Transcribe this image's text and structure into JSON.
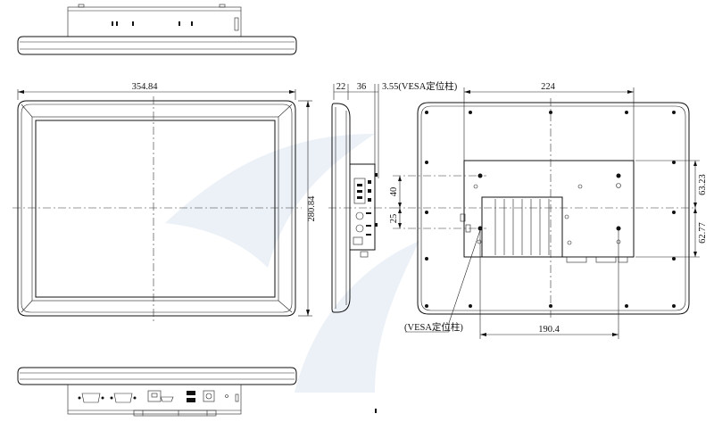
{
  "drawing": {
    "front": {
      "width_dim": "354.84",
      "height_dim": "280.84"
    },
    "side": {
      "dim_a": "22",
      "dim_b": "36",
      "vesa_note": "3.55(VESA定位柱)"
    },
    "rear": {
      "top_dim": "224",
      "right_dim_upper": "63.23",
      "right_dim_lower": "62.77",
      "bottom_dim": "190.4",
      "vesa_callout": "(VESA定位柱)",
      "left_dim_upper": "40",
      "left_dim_lower": "25"
    }
  }
}
